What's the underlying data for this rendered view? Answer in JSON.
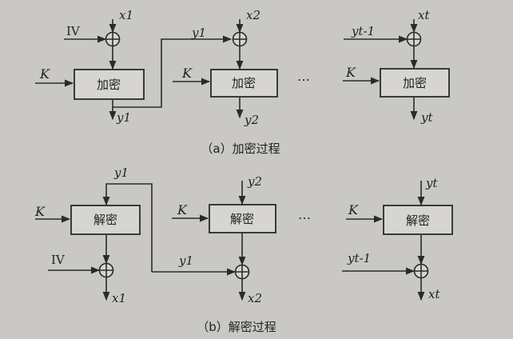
{
  "encryption": {
    "caption": "（a）加密过程",
    "block_label": "加密",
    "key_label": "K",
    "iv_label": "IV",
    "dots": "⋯",
    "inputs": [
      "x1",
      "x2",
      "xt"
    ],
    "feed_labels": [
      "y1",
      "yt-1"
    ],
    "outputs": [
      "y1",
      "y2",
      "yt"
    ]
  },
  "decryption": {
    "caption": "（b）解密过程",
    "block_label": "解密",
    "key_label": "K",
    "iv_label": "IV",
    "dots": "⋯",
    "inputs": [
      "y1",
      "y2",
      "yt"
    ],
    "feed_labels": [
      "y1",
      "yt-1"
    ],
    "outputs": [
      "x1",
      "x2",
      "xt"
    ]
  }
}
